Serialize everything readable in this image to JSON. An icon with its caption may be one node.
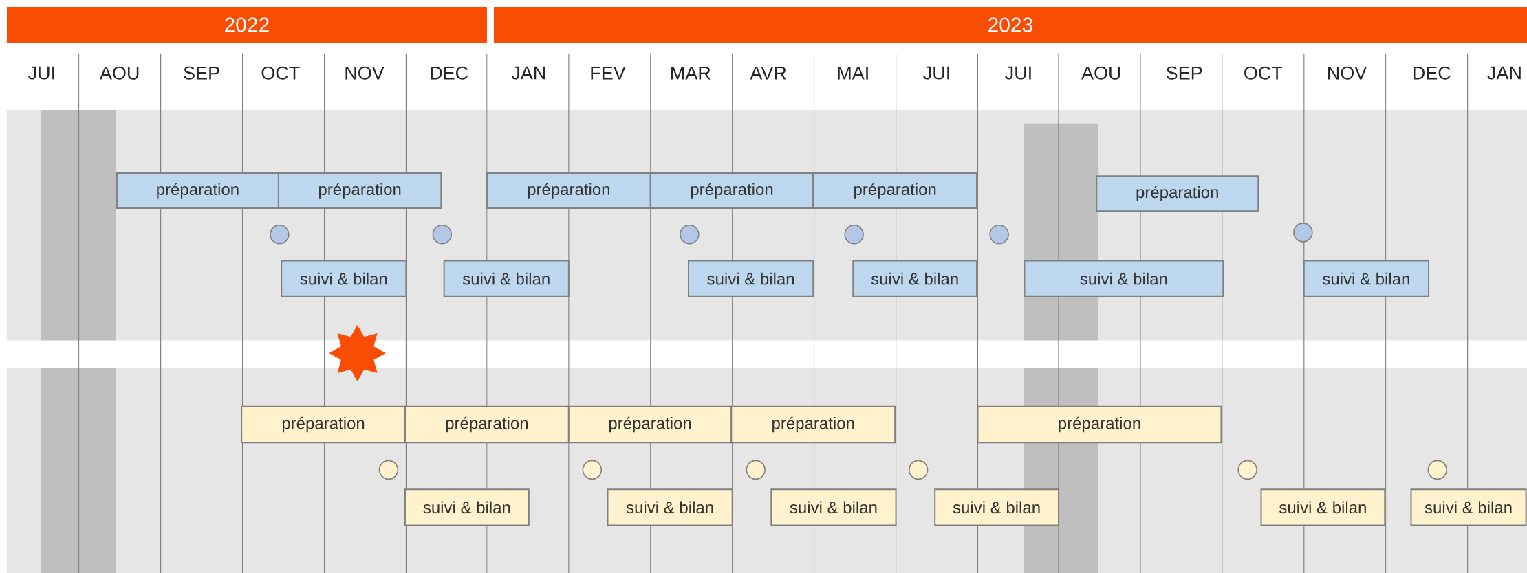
{
  "diagram": {
    "nodes": [
      {
        "text": [
          "2022"
        ]
      },
      {
        "text": [
          "2023"
        ]
      },
      {
        "text": [
          "préparation"
        ]
      },
      {
        "text": [
          "préparation"
        ]
      },
      {
        "text": [
          "préparation"
        ]
      },
      {
        "text": [
          "préparation"
        ]
      },
      {
        "text": [
          "préparation"
        ]
      },
      {
        "text": [
          "préparation"
        ]
      },
      {
        "text": [],
        "shape": "circle"
      },
      {
        "text": [],
        "shape": "circle"
      },
      {
        "text": [],
        "shape": "circle"
      },
      {
        "text": [],
        "shape": "circle"
      },
      {
        "text": [],
        "shape": "circle"
      },
      {
        "text": [],
        "shape": "circle"
      },
      {
        "text": [
          "suivi & bilan"
        ]
      },
      {
        "text": [
          "suivi & bilan"
        ]
      },
      {
        "text": [
          "suivi & bilan"
        ]
      },
      {
        "text": [
          "suivi & bilan"
        ]
      },
      {
        "text": [
          "suivi & bilan"
        ]
      },
      {
        "text": [
          "suivi & bilan"
        ]
      },
      {
        "text": [],
        "shape": "star"
      },
      {
        "text": [
          "préparation"
        ]
      },
      {
        "text": [
          "préparation"
        ]
      },
      {
        "text": [
          "préparation"
        ]
      },
      {
        "text": [
          "préparation"
        ]
      },
      {
        "text": [
          "préparation"
        ]
      },
      {
        "text": [],
        "shape": "circle"
      },
      {
        "text": [],
        "shape": "circle"
      },
      {
        "text": [],
        "shape": "circle"
      },
      {
        "text": [],
        "shape": "circle"
      },
      {
        "text": [],
        "shape": "circle"
      },
      {
        "text": [],
        "shape": "circle"
      },
      {
        "text": [
          "suivi & bilan"
        ]
      },
      {
        "text": [
          "suivi & bilan"
        ]
      },
      {
        "text": [
          "suivi & bilan"
        ]
      },
      {
        "text": [
          "suivi & bilan"
        ]
      },
      {
        "text": [
          "suivi & bilan"
        ]
      },
      {
        "text": [
          "suivi & bilan"
        ]
      }
    ],
    "labels": [
      "JUI",
      "AOU",
      "SEP",
      "OCT",
      "NOV",
      "DEC",
      "JAN",
      "FEV",
      "MAR",
      "AVR",
      "MAI",
      "JUI",
      "JUI",
      "AOU",
      "SEP",
      "OCT",
      "NOV",
      "DEC",
      "JAN"
    ]
  }
}
